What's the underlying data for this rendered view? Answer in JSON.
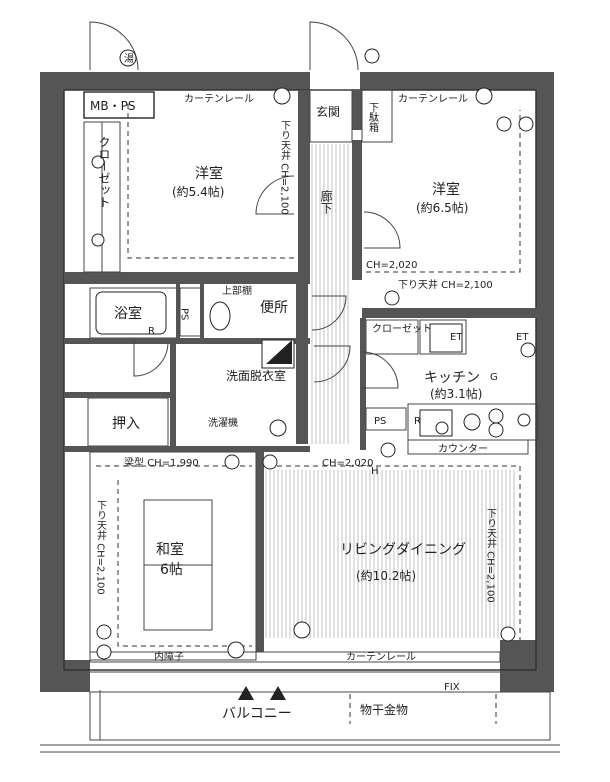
{
  "labels": {
    "mbps": "MB・PS",
    "yu": "湯",
    "curtain_rail_left": "カーテンレール",
    "curtain_rail_right": "カーテンレール",
    "curtain_rail_bottom": "カーテンレール",
    "genkan": "玄関",
    "shoes_box": "下駄箱",
    "room1_name": "洋室",
    "room1_size": "(約5.4帖)",
    "room1_ceiling": "下り天井 CH=2,100",
    "closet_left": "クローゼット",
    "hallway": "廊下",
    "room2_name": "洋室",
    "room2_size": "(約6.5帖)",
    "ch_2020_top": "CH=2,020",
    "room2_ceiling": "下り天井 CH=2,100",
    "bath": "浴室",
    "ps1": "PS",
    "upper_shelf": "上部棚",
    "toilet": "便所",
    "closet_kitchen": "クローゼット",
    "kitchen_name": "キッチン",
    "kitchen_size": "(約3.1帖)",
    "wash_name": "洗面脱衣室",
    "oshiire": "押入",
    "washer": "洗濯機",
    "ps2": "PS",
    "counter": "カウンター",
    "beam": "梁型 CH=1,990",
    "ch_2020_mid": "CH=2,020",
    "washitsu_ceiling": "下り天井 CH=2,100",
    "washitsu_name": "和室",
    "washitsu_size": "6帖",
    "living_name": "リビングダイニング",
    "living_size": "(約10.2帖)",
    "living_ceiling": "下り天井 CH=2,100",
    "uchishoji": "内障子",
    "fix": "FIX",
    "balcony": "バルコニー",
    "drying_rack": "物干金物",
    "icon_h": "H",
    "icon_g": "G",
    "icon_r1": "R",
    "icon_r2": "R",
    "icon_et1": "ET",
    "icon_et2": "ET"
  },
  "colors": {
    "wall": "#555555",
    "line": "#333333",
    "background": "#ffffff"
  }
}
